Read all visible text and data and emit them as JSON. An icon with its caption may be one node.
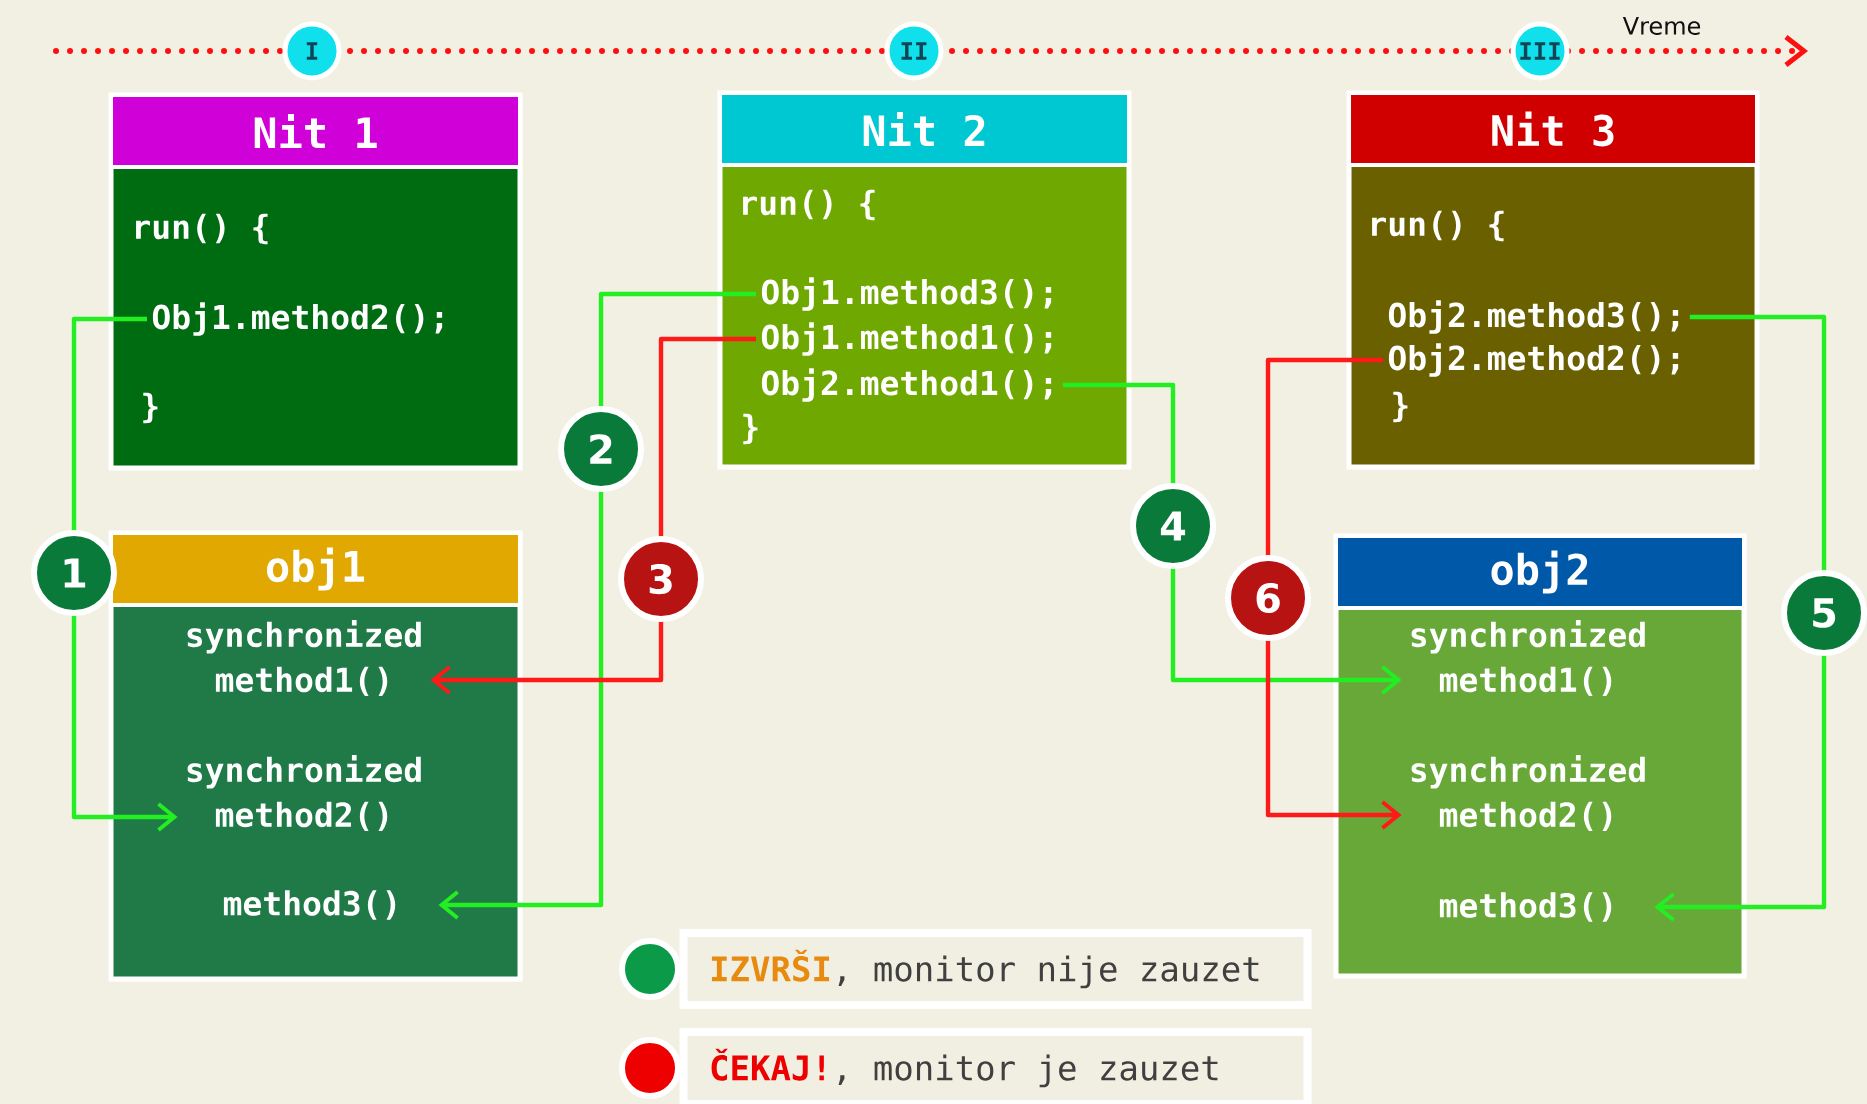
{
  "diagram": {
    "nodes": [
      {
        "text": [
          "Nit 1",
          "run() {",
          "}"
        ]
      },
      {
        "text": [
          "Obj1.method2();"
        ],
        "in": 0
      },
      {
        "text": [
          "Nit 2",
          "run() {",
          "}"
        ]
      },
      {
        "text": [
          "Obj1.method3();"
        ],
        "in": 2
      },
      {
        "text": [
          "Obj1.method1();"
        ],
        "in": 2
      },
      {
        "text": [
          "Obj2.method1();"
        ],
        "in": 2
      },
      {
        "text": [
          "Nit 3",
          "run() {",
          "}"
        ]
      },
      {
        "text": [
          "Obj2.method3();"
        ],
        "in": 6
      },
      {
        "text": [
          "Obj2.method2();"
        ],
        "in": 6
      },
      {
        "text": [
          "obj1"
        ]
      },
      {
        "text": [
          "synchronized method1()"
        ],
        "in": 9
      },
      {
        "text": [
          "synchronized method2()"
        ],
        "in": 9
      },
      {
        "text": [
          "method3()"
        ],
        "in": 9
      },
      {
        "text": [
          "obj2"
        ]
      },
      {
        "text": [
          "synchronized method1()"
        ],
        "in": 13
      },
      {
        "text": [
          "synchronized method2()"
        ],
        "in": 13
      },
      {
        "text": [
          "method3()"
        ],
        "in": 13
      }
    ],
    "edges": [
      {
        "from": 1,
        "to": 11,
        "arrow": "to",
        "label": "1"
      },
      {
        "from": 3,
        "to": 12,
        "arrow": "to",
        "label": "2"
      },
      {
        "from": 4,
        "to": 10,
        "arrow": "to",
        "label": "3",
        "color": "#ff1a1a"
      },
      {
        "from": 5,
        "to": 14,
        "arrow": "to",
        "label": "4"
      },
      {
        "from": 7,
        "to": 16,
        "arrow": "to",
        "label": "5"
      },
      {
        "from": 8,
        "to": 15,
        "arrow": "to",
        "label": "6",
        "color": "#ff1a1a"
      }
    ],
    "labels": [
      "I",
      "II",
      "III",
      "Vreme"
    ],
    "legend": [
      {
        "text": "**IZVRŠI**, monitor nije zauzet",
        "color": "#0a9a48"
      },
      {
        "text": "**ČEKAJ!**, monitor je zauzet",
        "color": "#ee0000"
      }
    ]
  }
}
